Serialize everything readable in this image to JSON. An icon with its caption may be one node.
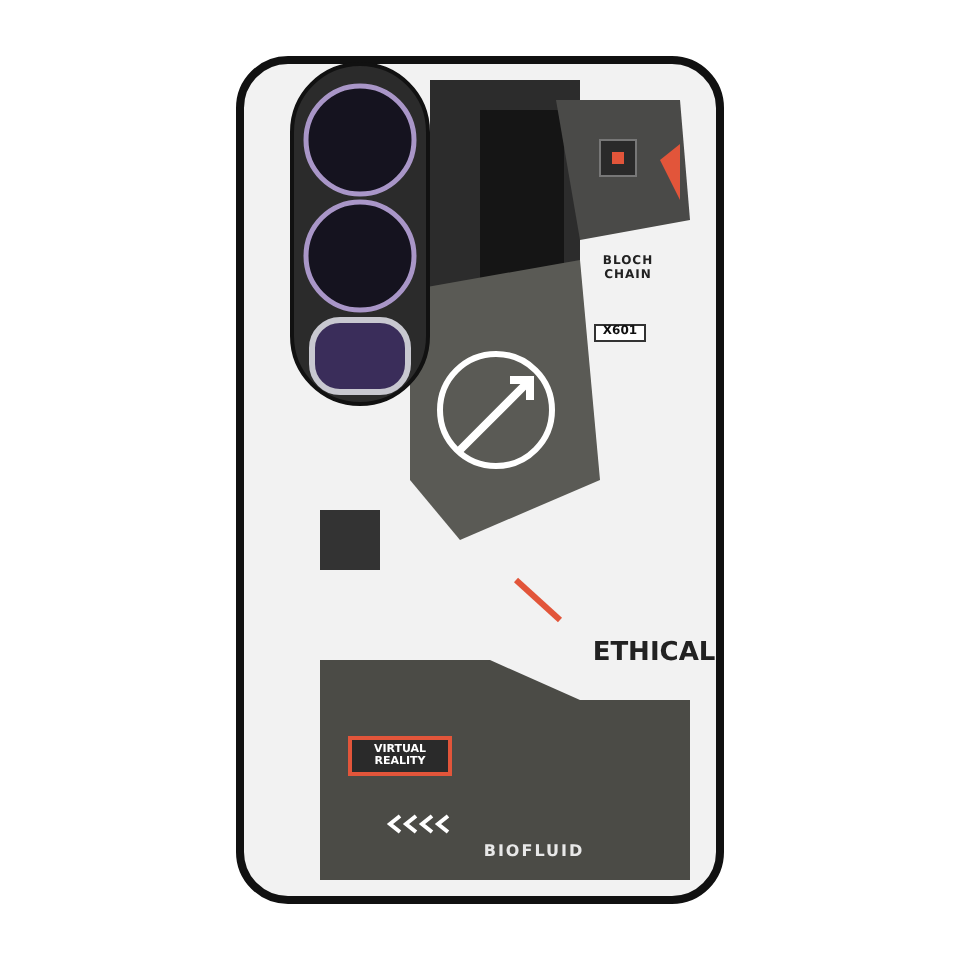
{
  "diagram": {
    "labels": [
      "BLOCH CHAIN",
      "X601",
      "ETHICAL",
      "VIRTUAL REALITY",
      "BIOFLUID"
    ]
  }
}
